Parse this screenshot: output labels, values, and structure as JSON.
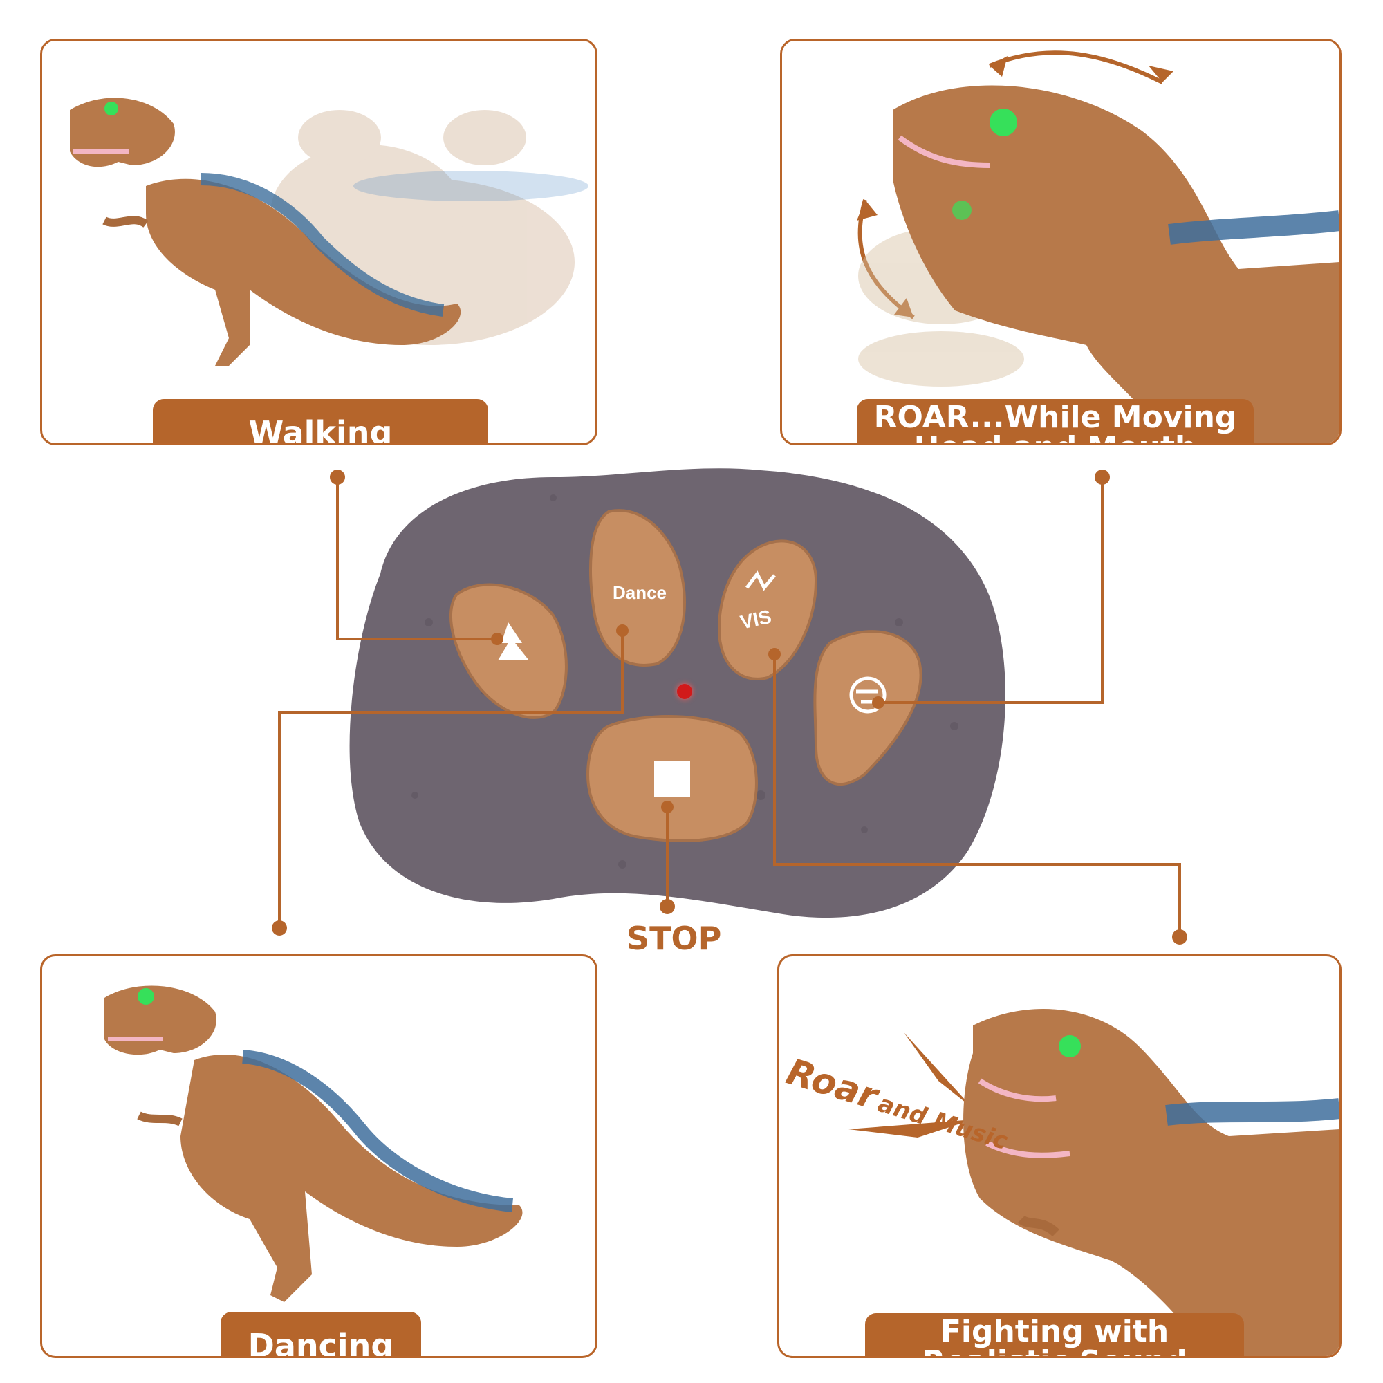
{
  "panels": {
    "walking": {
      "label": "Walking"
    },
    "roar": {
      "label_line1": "ROAR...While Moving",
      "label_line2": "Head and Mouth"
    },
    "dancing": {
      "label": "Dancing"
    },
    "fighting": {
      "label_line1": "Fighting with",
      "label_line2": "Realistic Sound"
    }
  },
  "remote": {
    "dance_button": "Dance",
    "vs_button": "VIS",
    "stop_label": "STOP"
  },
  "roar_caption": {
    "word1": "Roar",
    "word2": "and Music"
  },
  "colors": {
    "accent": "#b5652b",
    "remote_body": "#6e6570",
    "button": "#c78e62",
    "dino_skin": "#b7794a",
    "dino_back": "#3f6f9c",
    "led": "#d11a1a",
    "eye": "#36e05a"
  },
  "icons": [
    "walk-icon",
    "roar-icon",
    "fight-icon",
    "stop-icon"
  ]
}
